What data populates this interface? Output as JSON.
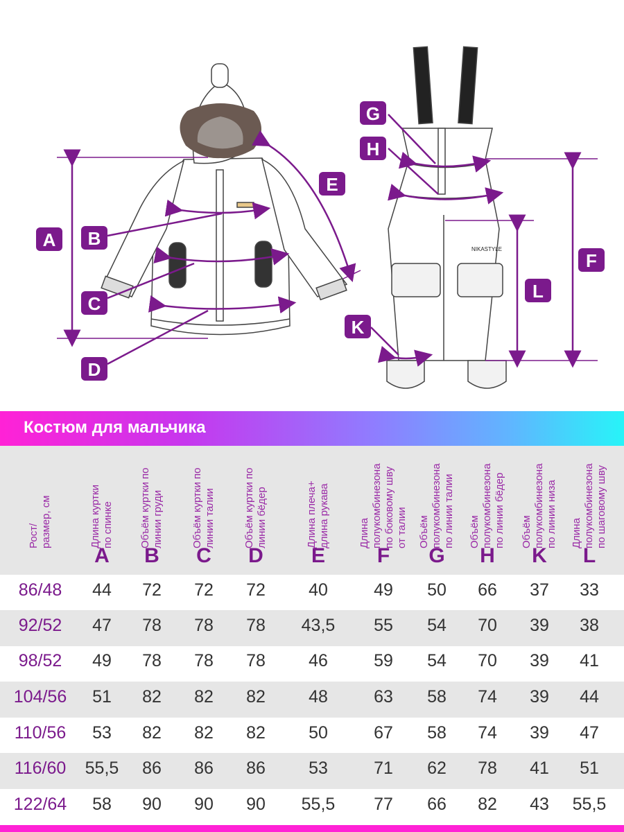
{
  "labels": {
    "A": "A",
    "B": "B",
    "C": "C",
    "D": "D",
    "E": "E",
    "F": "F",
    "G": "G",
    "H": "H",
    "K": "K",
    "L": "L",
    "brand": "NIKASTYLE"
  },
  "banner_title": "Костюм для мальчика",
  "header": {
    "size": [
      "Рост/",
      "размер, см"
    ],
    "columns": [
      {
        "letter": "A",
        "lines": [
          "Длина куртки",
          "по спинке"
        ]
      },
      {
        "letter": "B",
        "lines": [
          "Объём куртки по",
          "линии груди"
        ]
      },
      {
        "letter": "C",
        "lines": [
          "Объём куртки по",
          "линии талии"
        ]
      },
      {
        "letter": "D",
        "lines": [
          "Объём куртки по",
          "линии бёдер"
        ]
      },
      {
        "letter": "E",
        "lines": [
          "Длина плеча+",
          "длина рукава"
        ]
      },
      {
        "letter": "F",
        "lines": [
          "Длина",
          "полукомбинезона",
          "по боковому шву",
          "от талии"
        ]
      },
      {
        "letter": "G",
        "lines": [
          "Объём",
          "полукомбинезона",
          "по линии талии"
        ]
      },
      {
        "letter": "H",
        "lines": [
          "Объём",
          "полукомбинезона",
          "по линии бёдер"
        ]
      },
      {
        "letter": "K",
        "lines": [
          "Объём",
          "полукомбинезона",
          "по линии низа"
        ]
      },
      {
        "letter": "L",
        "lines": [
          "Длина",
          "полукомбинезона",
          "по шаговому шву"
        ]
      }
    ]
  },
  "rows": [
    {
      "size": "86/48",
      "values": [
        "44",
        "72",
        "72",
        "72",
        "40",
        "49",
        "50",
        "66",
        "37",
        "33"
      ]
    },
    {
      "size": "92/52",
      "values": [
        "47",
        "78",
        "78",
        "78",
        "43,5",
        "55",
        "54",
        "70",
        "39",
        "38"
      ]
    },
    {
      "size": "98/52",
      "values": [
        "49",
        "78",
        "78",
        "78",
        "46",
        "59",
        "54",
        "70",
        "39",
        "41"
      ]
    },
    {
      "size": "104/56",
      "values": [
        "51",
        "82",
        "82",
        "82",
        "48",
        "63",
        "58",
        "74",
        "39",
        "44"
      ]
    },
    {
      "size": "110/56",
      "values": [
        "53",
        "82",
        "82",
        "82",
        "50",
        "67",
        "58",
        "74",
        "39",
        "47"
      ]
    },
    {
      "size": "116/60",
      "values": [
        "55,5",
        "86",
        "86",
        "86",
        "53",
        "71",
        "62",
        "78",
        "41",
        "51"
      ]
    },
    {
      "size": "122/64",
      "values": [
        "58",
        "90",
        "90",
        "90",
        "55,5",
        "77",
        "66",
        "82",
        "43",
        "55,5"
      ]
    }
  ],
  "colors": {
    "purple": "#7b1a8c",
    "accent": "#9a2aa6",
    "row_alt": "#e6e6e6"
  }
}
